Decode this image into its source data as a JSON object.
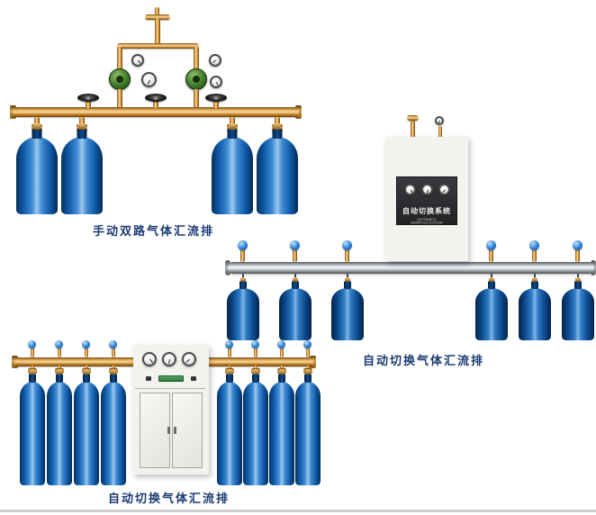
{
  "colors": {
    "cylinder_blue": "#0f5aa8",
    "brass_pipe": "#c8882f",
    "steel_pipe": "#b9bec4",
    "caption_text": "#1b3a73",
    "valve_handle_blue": "#2a7fd4",
    "cabinet_body": "#f2f2ee"
  },
  "products": {
    "manual_dual": {
      "label": "手动双路气体汇流排",
      "cylinder_count": 4
    },
    "auto_switch_wall": {
      "label": "自动切换气体汇流排",
      "cabinet_title": "自动切换系统",
      "cabinet_subtitle": "AUTOMATIC MANIFOLD SYSTEM",
      "cylinder_count": 6
    },
    "auto_switch_cabinet": {
      "label": "自动切换气体汇流排",
      "cylinder_count": 8
    }
  }
}
